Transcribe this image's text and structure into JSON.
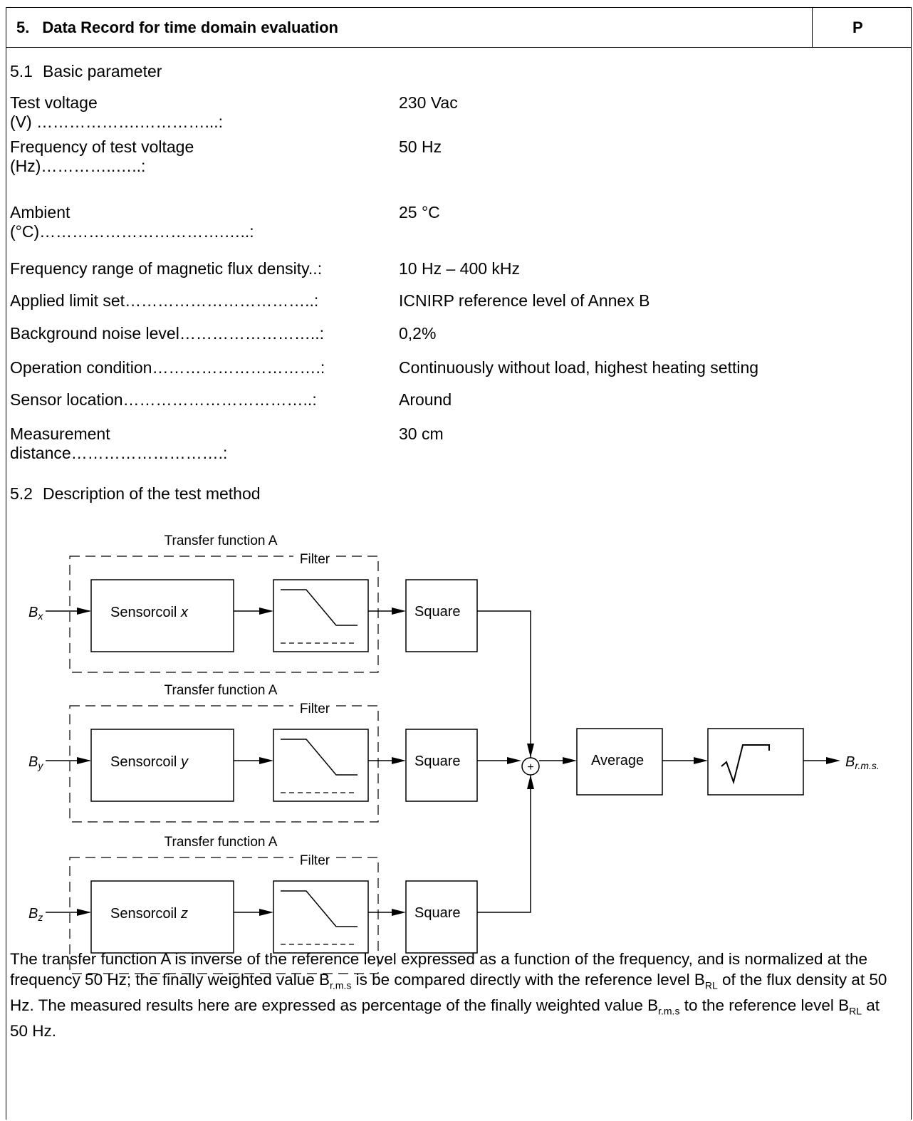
{
  "header": {
    "number": "5.",
    "title": "Data Record for time domain evaluation",
    "verdict": "P"
  },
  "section_1": {
    "number": "5.1",
    "title": "Basic parameter"
  },
  "parameters": [
    {
      "label": "Test voltage\n(V) ……………….…………...:",
      "value": "230 Vac"
    },
    {
      "label": "Frequency of test voltage\n(Hz)…………..…..:",
      "value": "50 Hz"
    },
    {
      "label": "Ambient\n(°C)…………………………….…..:",
      "value": "25 °C"
    },
    {
      "label": "Frequency range of magnetic flux density..:",
      "value": "10 Hz – 400 kHz"
    },
    {
      "label": "Applied limit set……………………………..:",
      "value": "ICNIRP reference level of Annex B"
    },
    {
      "label": "Background noise level……………………..:",
      "value": "0,2%"
    },
    {
      "label": "Operation condition………………………….:",
      "value": "Continuously without load, highest heating setting"
    },
    {
      "label": "Sensor location……………………………..:",
      "value": "Around"
    },
    {
      "label": "Measurement\ndistance……………………….:",
      "value": "30 cm"
    }
  ],
  "section_2": {
    "number": "5.2",
    "title": "Description of the test method"
  },
  "diagram": {
    "channels": [
      {
        "group_label": "Transfer function A",
        "filter_label": "Filter",
        "input_symbol": "B",
        "input_sub": "x",
        "sensor_label": "Sensorcoil ",
        "sensor_axis": "x",
        "square_label": "Square"
      },
      {
        "group_label": "Transfer function A",
        "filter_label": "Filter",
        "input_symbol": "B",
        "input_sub": "y",
        "sensor_label": "Sensorcoil ",
        "sensor_axis": "y",
        "square_label": "Square"
      },
      {
        "group_label": "Transfer function A",
        "filter_label": "Filter",
        "input_symbol": "B",
        "input_sub": "z",
        "sensor_label": "Sensorcoil ",
        "sensor_axis": "z",
        "square_label": "Square"
      }
    ],
    "sum_symbol": "+",
    "average_label": "Average",
    "output_symbol": "B",
    "output_sub": "r.m.s."
  },
  "caption": {
    "p1": "The transfer function A is inverse of the reference level expressed as a function of the frequency, and is normalized at the frequency 50 Hz; the finally weighted value B",
    "s1": "r.m.s",
    "p2": " is be compared directly with the reference level B",
    "s2": "RL",
    "p3": " of the flux density at 50 Hz. The measured results here are expressed as percentage of the finally weighted value B",
    "s3": "r.m.s",
    "p4": " to the reference level B",
    "s4": "RL",
    "p5": " at 50 Hz."
  }
}
